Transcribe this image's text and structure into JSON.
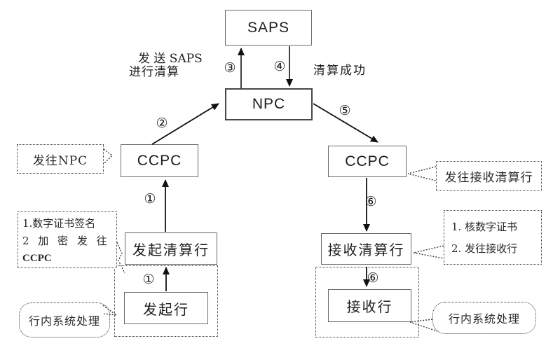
{
  "diagram": {
    "title_hint": "CCPC clearing flow diagram",
    "nodes": {
      "saps": "SAPS",
      "npc": "NPC",
      "ccpc_left": "CCPC",
      "ccpc_right": "CCPC",
      "initiating_clearing_bank": "发起清算行",
      "initiating_bank": "发起行",
      "receiving_clearing_bank": "接收清算行",
      "receiving_bank": "接收行"
    },
    "steps": {
      "s1_lower": "①",
      "s1_upper": "①",
      "s2": "②",
      "s3": "③",
      "s4": "④",
      "s5": "⑤",
      "s6_upper": "⑥",
      "s6_lower": "⑥"
    },
    "labels": {
      "send_saps_line1": "发 送 SAPS",
      "send_saps_line2": "进行清算",
      "clearing_success": "清算成功"
    },
    "callouts": {
      "to_npc": "发往NPC",
      "sign_line1": "1.数字证书签名",
      "sign_line2": "2 加 密 发 往",
      "sign_line3": "CCPC",
      "inbank_left": "行内系统处理",
      "to_receiving_clearing": "发往接收清算行",
      "verify_line1": "1. 核数字证书",
      "verify_line2": "2. 发往接收行",
      "inbank_right": "行内系统处理"
    },
    "colors": {
      "background": "#ffffff",
      "box_border": "#6a6a6a",
      "dotted_border": "#3c3c3c",
      "arrow": "#111111",
      "text": "#1c1c1c"
    }
  }
}
